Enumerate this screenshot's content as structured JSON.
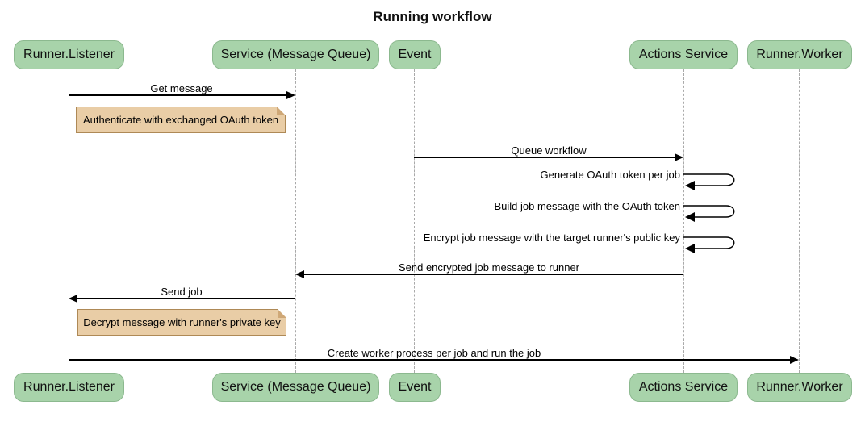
{
  "title": "Running workflow",
  "actors": [
    {
      "id": "runner-listener",
      "label": "Runner.Listener"
    },
    {
      "id": "service-message-queue",
      "label": "Service (Message Queue)"
    },
    {
      "id": "event",
      "label": "Event"
    },
    {
      "id": "actions-service",
      "label": "Actions Service"
    },
    {
      "id": "runner-worker",
      "label": "Runner.Worker"
    }
  ],
  "messages": [
    {
      "label": "Get message",
      "from": "Runner.Listener",
      "to": "Service (Message Queue)",
      "kind": "solid-arrow"
    },
    {
      "label": "Queue workflow",
      "from": "Event",
      "to": "Actions Service",
      "kind": "solid-arrow"
    },
    {
      "label": "Generate OAuth token per job",
      "from": "Actions Service",
      "to": "Actions Service",
      "kind": "self-loop"
    },
    {
      "label": "Build job message with the OAuth token",
      "from": "Actions Service",
      "to": "Actions Service",
      "kind": "self-loop"
    },
    {
      "label": "Encrypt job message with the target runner's public key",
      "from": "Actions Service",
      "to": "Actions Service",
      "kind": "self-loop"
    },
    {
      "label": "Send encrypted job message to runner",
      "from": "Actions Service",
      "to": "Service (Message Queue)",
      "kind": "solid-arrow"
    },
    {
      "label": "Send job",
      "from": "Service (Message Queue)",
      "to": "Runner.Listener",
      "kind": "solid-arrow"
    },
    {
      "label": "Create worker process per job and run the job",
      "from": "Runner.Listener",
      "to": "Runner.Worker",
      "kind": "solid-arrow"
    }
  ],
  "notes": [
    {
      "label": "Authenticate with exchanged OAuth token",
      "over": "Runner.Listener"
    },
    {
      "label": "Decrypt message with runner's private key",
      "over": "Runner.Listener"
    }
  ],
  "colors": {
    "actor_fill": "#a8d3aa",
    "actor_border": "#8cb98f",
    "note_fill": "#e9cda6",
    "note_border": "#ae8956",
    "lifeline": "#a9a9a9",
    "arrow": "#000000",
    "background": "#ffffff"
  }
}
